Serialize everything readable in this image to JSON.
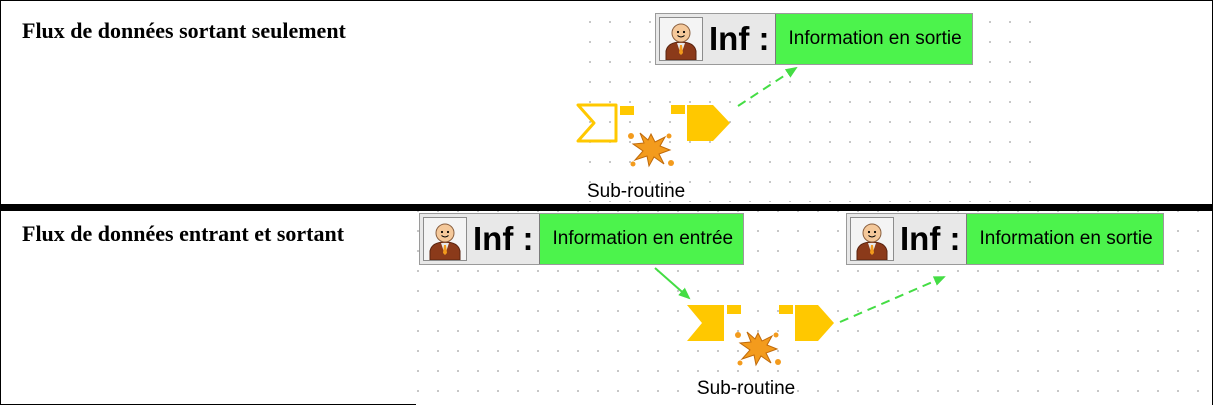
{
  "rows": [
    {
      "label": "Flux de données sortant seulement",
      "output": {
        "prefix": "Inf :",
        "text": "Information en sortie"
      },
      "routine_label": "Sub-routine"
    },
    {
      "label": "Flux de données entrant et sortant",
      "input": {
        "prefix": "Inf :",
        "text": "Information en entrée"
      },
      "output": {
        "prefix": "Inf :",
        "text": "Information en sortie"
      },
      "routine_label": "Sub-routine"
    }
  ],
  "colors": {
    "flow_fill": "#ffc800",
    "flow_stroke": "#e6a800",
    "info_fill": "#4cf34c",
    "arrow": "#44dd44",
    "splat": "#f39b1d"
  },
  "icons": {
    "person": "person-icon",
    "splat": "splat-icon",
    "input_connector": "input-connector-icon",
    "output_connector": "output-connector-icon"
  }
}
